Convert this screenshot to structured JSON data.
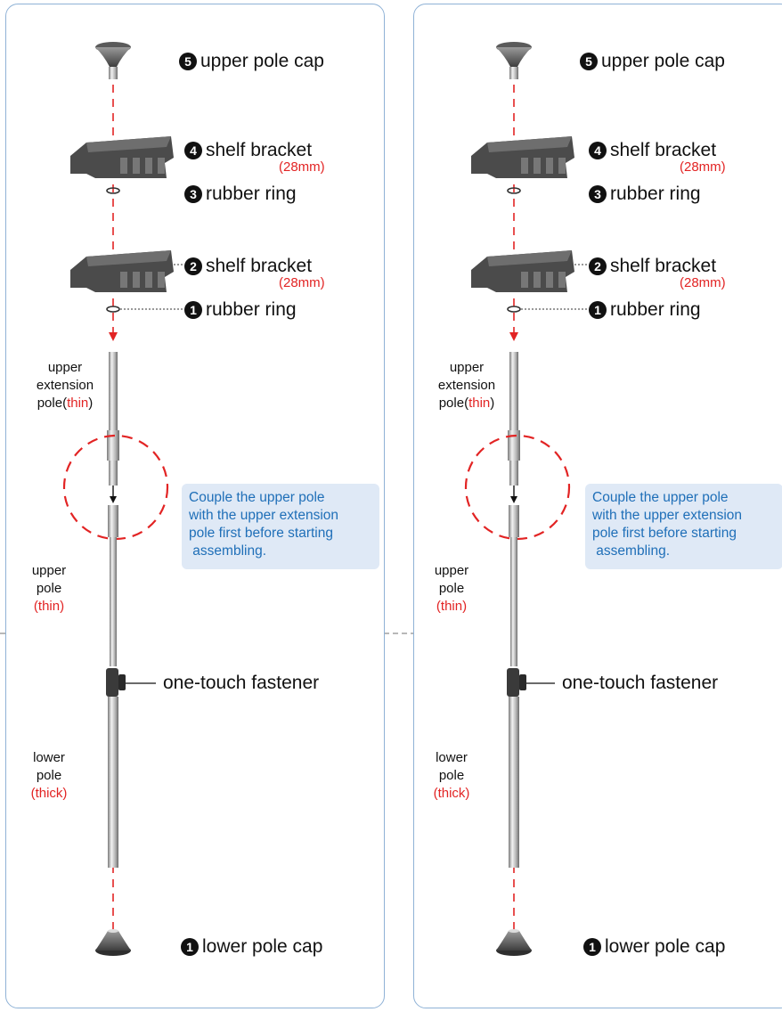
{
  "panels": [
    {
      "labels": {
        "upper_pole_cap": {
          "num": "5",
          "text": "upper pole cap"
        },
        "shelf_bracket_top": {
          "num": "4",
          "text": "shelf bracket",
          "size": "(28mm)"
        },
        "rubber_ring_top": {
          "num": "3",
          "text": "rubber ring"
        },
        "shelf_bracket_bottom": {
          "num": "2",
          "text": "shelf bracket",
          "size": "(28mm)"
        },
        "rubber_ring_bottom": {
          "num": "1",
          "text": "rubber ring"
        },
        "upper_extension_pole": {
          "line1": "upper",
          "line2": "extension",
          "line3": "pole(",
          "thin": "thin",
          "close": ")"
        },
        "upper_pole": {
          "line1": "upper",
          "line2": "pole",
          "thin": "(thin)"
        },
        "fastener": "one-touch fastener",
        "lower_pole": {
          "line1": "lower",
          "line2": "pole",
          "thick": "(thick)"
        },
        "lower_pole_cap": {
          "num": "1",
          "text": "lower pole cap"
        }
      },
      "note": [
        "Couple the upper pole",
        "with the upper extension",
        "pole first before starting",
        " assembling."
      ]
    },
    {
      "labels": {
        "upper_pole_cap": {
          "num": "5",
          "text": "upper pole cap"
        },
        "shelf_bracket_top": {
          "num": "4",
          "text": "shelf bracket",
          "size": "(28mm)"
        },
        "rubber_ring_top": {
          "num": "3",
          "text": "rubber ring"
        },
        "shelf_bracket_bottom": {
          "num": "2",
          "text": "shelf bracket",
          "size": "(28mm)"
        },
        "rubber_ring_bottom": {
          "num": "1",
          "text": "rubber ring"
        },
        "upper_extension_pole": {
          "line1": "upper",
          "line2": "extension",
          "line3": "pole(",
          "thin": "thin",
          "close": ")"
        },
        "upper_pole": {
          "line1": "upper",
          "line2": "pole",
          "thin": "(thin)"
        },
        "fastener": "one-touch fastener",
        "lower_pole": {
          "line1": "lower",
          "line2": "pole",
          "thick": "(thick)"
        },
        "lower_pole_cap": {
          "num": "1",
          "text": "lower pole cap"
        }
      },
      "note": [
        "Couple the upper pole",
        "with the upper extension",
        "pole first before starting",
        " assembling."
      ]
    }
  ],
  "colors": {
    "accent_red": "#e22424",
    "note_text": "#1f6fb8",
    "note_bg": "#dfe9f6",
    "panel_border": "#8fb2d6"
  }
}
